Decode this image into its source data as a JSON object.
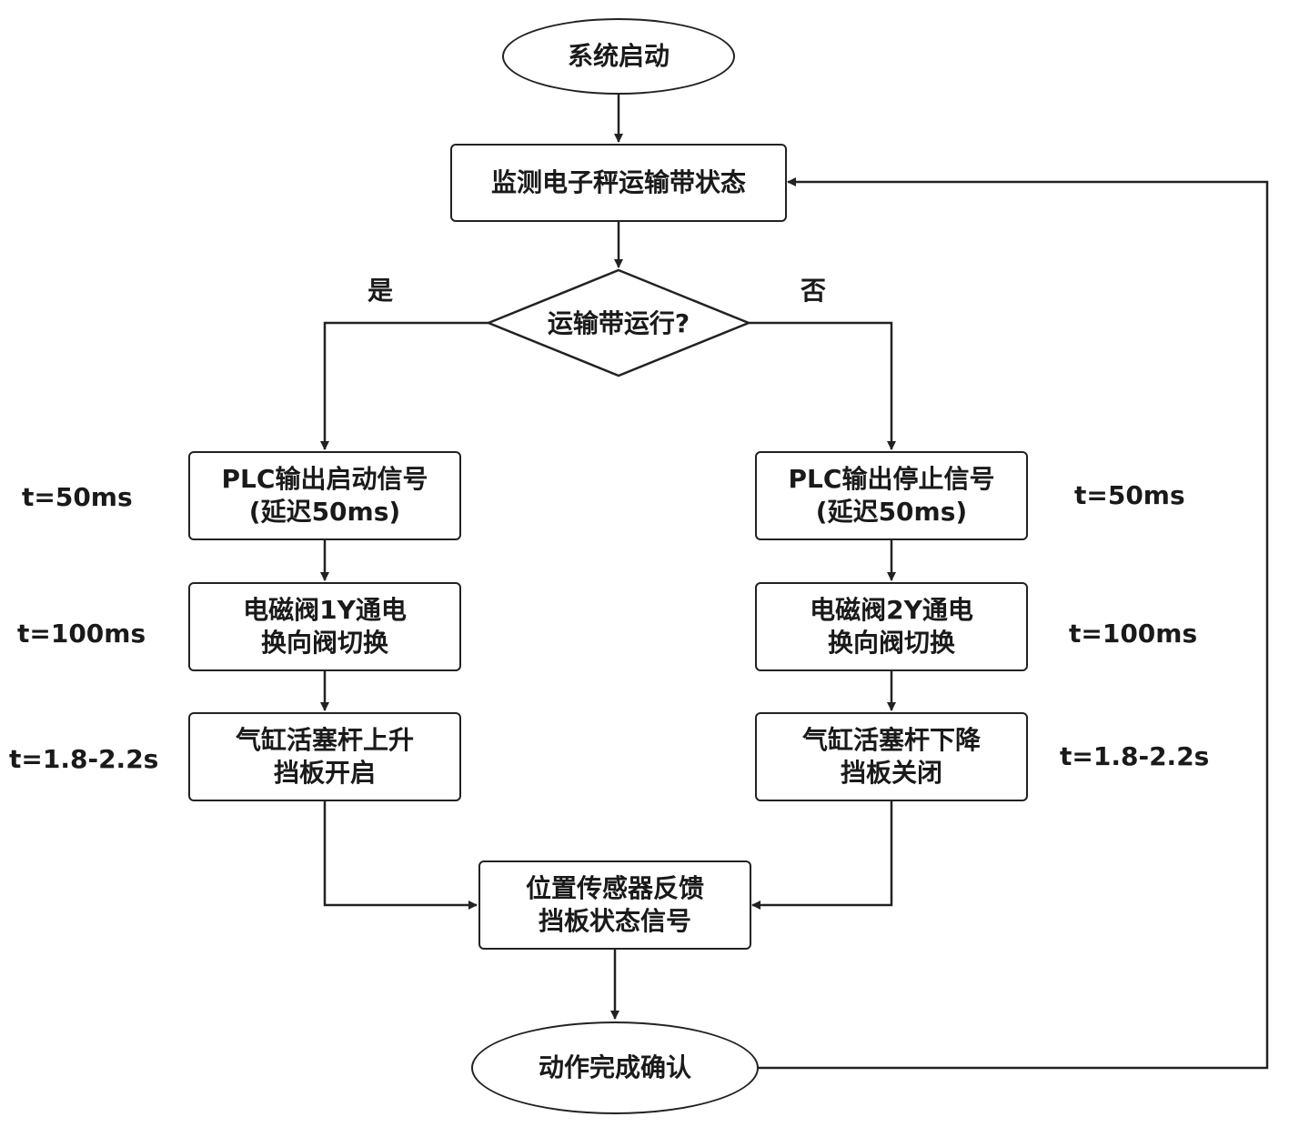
{
  "nodes": {
    "start": "系统启动",
    "monitor": "监测电子秤运输带状态",
    "decision": "运输带运行?",
    "plc_start": "PLC输出启动信号\n(延迟50ms)",
    "valve_1y": "电磁阀1Y通电\n换向阀切换",
    "cyl_up": "气缸活塞杆上升\n挡板开启",
    "plc_stop": "PLC输出停止信号\n(延迟50ms)",
    "valve_2y": "电磁阀2Y通电\n换向阀切换",
    "cyl_down": "气缸活塞杆下降\n挡板关闭",
    "feedback": "位置传感器反馈\n挡板状态信号",
    "end": "动作完成确认"
  },
  "branches": {
    "yes": "是",
    "no": "否"
  },
  "timings": {
    "left_plc": "t=50ms",
    "left_valve": "t=100ms",
    "left_cyl": "t=1.8-2.2s",
    "right_plc": "t=50ms",
    "right_valve": "t=100ms",
    "right_cyl": "t=1.8-2.2s"
  }
}
